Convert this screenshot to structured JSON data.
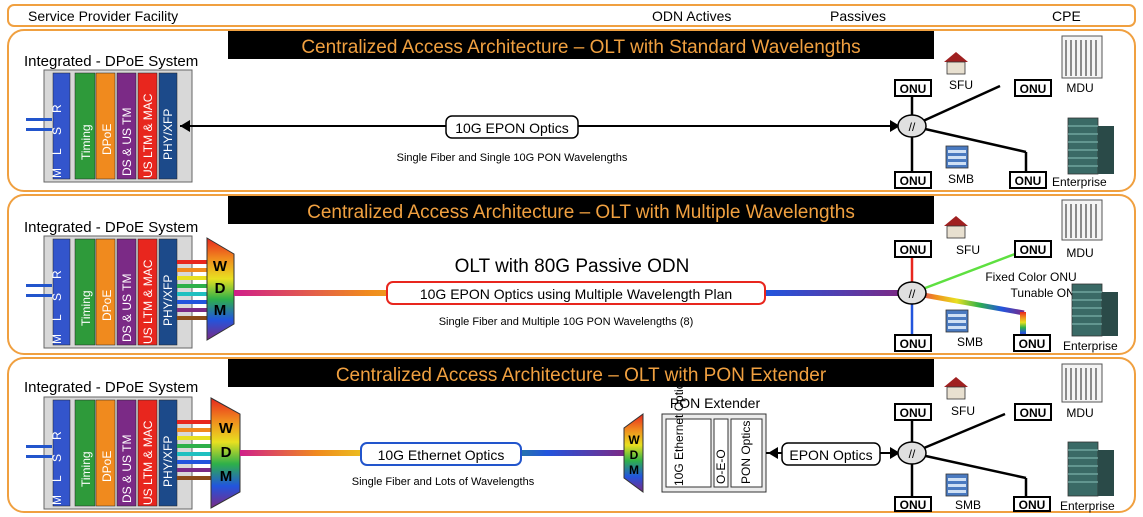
{
  "header": {
    "service_provider": "Service Provider Facility",
    "odn_actives": "ODN Actives",
    "passives": "Passives",
    "cpe": "CPE"
  },
  "colors": {
    "panel_border": "#f0a040",
    "title_bg": "#000000",
    "title_text": "#f0a040",
    "module_r": "#3355cc",
    "module_timing": "#2e9a3a",
    "module_dpoe": "#f08a1e",
    "module_ds_us": "#7b2a86",
    "module_us_ltm": "#e8261e",
    "module_phy": "#1c4a8a",
    "ext_box_border": "#e8261e",
    "eth_box_border": "#2255cc"
  },
  "common": {
    "integrated_label": "Integrated - DPoE System",
    "module_labels": [
      "R",
      "S",
      "L",
      "M",
      "Timing",
      "DPoE",
      "DS & US TM",
      "US LTM & MAC",
      "PHY/XFP"
    ],
    "onu": "ONU",
    "sfu": "SFU",
    "mdu": "MDU",
    "smb": "SMB",
    "enterprise": "Enterprise",
    "splitter": "//",
    "wdm": [
      "W",
      "D",
      "M"
    ]
  },
  "panels": [
    {
      "title": "Centralized Access Architecture – OLT with Standard Wavelengths",
      "optics_label": "10G EPON Optics",
      "fiber_caption": "Single Fiber and Single 10G PON Wavelengths"
    },
    {
      "title": "Centralized Access Architecture – OLT with Multiple Wavelengths",
      "heading": "OLT with 80G Passive ODN",
      "optics_label": "10G EPON Optics using Multiple Wavelength Plan",
      "fiber_caption": "Single Fiber and Multiple 10G PON Wavelengths (8)",
      "fixed_color": "Fixed Color ONU",
      "tunable": "Tunable ONU"
    },
    {
      "title": "Centralized Access Architecture – OLT with PON Extender",
      "optics_label": "10G Ethernet Optics",
      "fiber_caption": "Single Fiber and Lots of Wavelengths",
      "extender_title": "PON Extender",
      "extender_cells": [
        "10G Ethernet Optics",
        "O-E-O",
        "PON Optics"
      ],
      "epon_optics": "EPON Optics"
    }
  ]
}
